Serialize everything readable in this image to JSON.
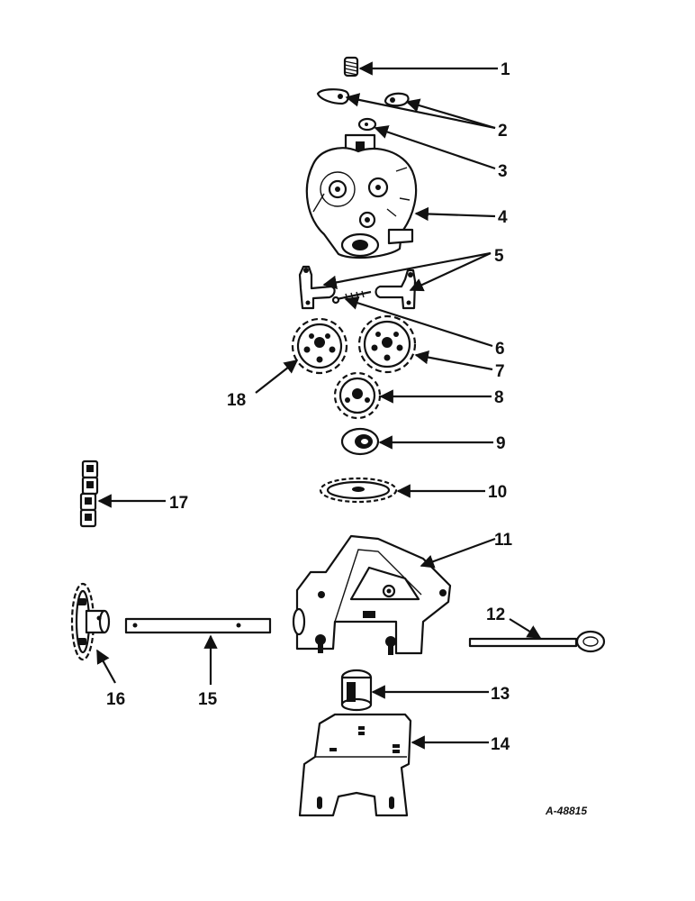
{
  "figure_id": "A-48815",
  "callouts": [
    "1",
    "2",
    "3",
    "4",
    "5",
    "6",
    "7",
    "8",
    "9",
    "10",
    "11",
    "12",
    "13",
    "14",
    "15",
    "16",
    "17",
    "18"
  ]
}
